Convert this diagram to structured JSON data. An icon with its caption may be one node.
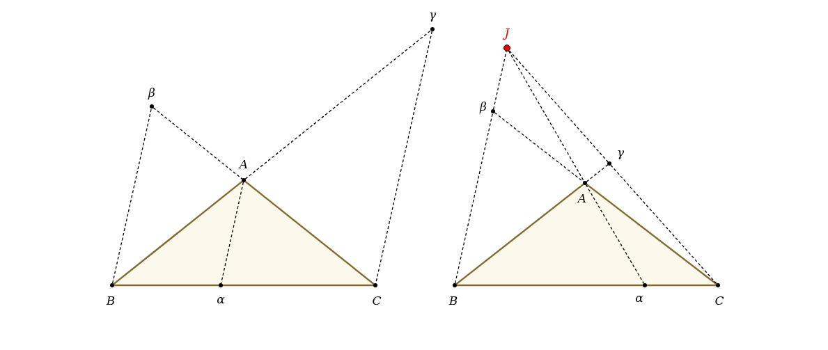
{
  "diagram": {
    "nodes": [
      {
        "text": [
          "B"
        ]
      },
      {
        "text": [
          "α"
        ]
      },
      {
        "text": [
          "C"
        ]
      },
      {
        "text": [
          "A"
        ]
      },
      {
        "text": [
          "β"
        ]
      },
      {
        "text": [
          "γ"
        ]
      },
      {
        "text": [
          "B"
        ]
      },
      {
        "text": [
          "α"
        ]
      },
      {
        "text": [
          "C"
        ]
      },
      {
        "text": [
          "A"
        ]
      },
      {
        "text": [
          "β"
        ]
      },
      {
        "text": [
          "γ"
        ]
      },
      {
        "text": [
          "J"
        ]
      }
    ],
    "edges": [
      {
        "from": 0,
        "to": 3,
        "arrow": "none",
        "color": "#806a30"
      },
      {
        "from": 3,
        "to": 2,
        "arrow": "none",
        "color": "#806a30"
      },
      {
        "from": 0,
        "to": 2,
        "arrow": "none",
        "color": "#806a30"
      },
      {
        "from": 0,
        "to": 4,
        "arrow": "none",
        "style": "dashed"
      },
      {
        "from": 4,
        "to": 3,
        "arrow": "none",
        "style": "dashed"
      },
      {
        "from": 3,
        "to": 5,
        "arrow": "none",
        "style": "dashed"
      },
      {
        "from": 5,
        "to": 2,
        "arrow": "none",
        "style": "dashed"
      },
      {
        "from": 3,
        "to": 1,
        "arrow": "none",
        "style": "dashed"
      },
      {
        "from": 6,
        "to": 9,
        "arrow": "none",
        "color": "#806a30"
      },
      {
        "from": 9,
        "to": 8,
        "arrow": "none",
        "color": "#806a30"
      },
      {
        "from": 6,
        "to": 8,
        "arrow": "none",
        "color": "#806a30"
      },
      {
        "from": 6,
        "to": 10,
        "arrow": "none",
        "style": "dashed"
      },
      {
        "from": 10,
        "to": 12,
        "arrow": "none",
        "style": "dashed"
      },
      {
        "from": 10,
        "to": 9,
        "arrow": "none",
        "style": "dashed"
      },
      {
        "from": 9,
        "to": 11,
        "arrow": "none",
        "style": "dashed"
      },
      {
        "from": 12,
        "to": 9,
        "arrow": "none",
        "style": "dashed"
      },
      {
        "from": 9,
        "to": 7,
        "arrow": "none",
        "style": "dashed"
      },
      {
        "from": 12,
        "to": 11,
        "arrow": "none",
        "style": "dashed"
      },
      {
        "from": 11,
        "to": 8,
        "arrow": "none",
        "style": "dashed"
      }
    ]
  }
}
